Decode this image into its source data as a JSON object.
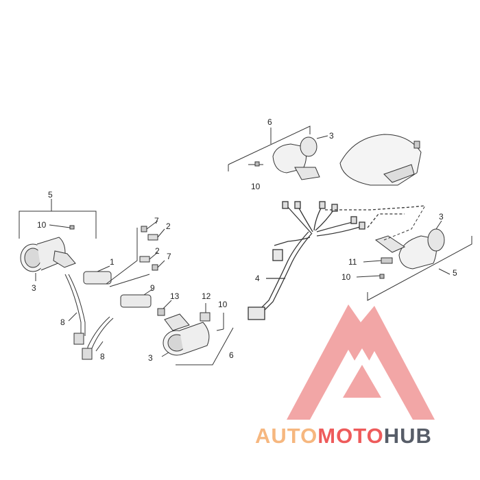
{
  "diagram": {
    "callouts": {
      "c5_left": "5",
      "c10_left": "10",
      "c3_left": "3",
      "c1": "1",
      "c7_top": "7",
      "c2_top": "2",
      "c2_mid": "2",
      "c7_mid": "7",
      "c8_left": "8",
      "c8_mid": "8",
      "c9": "9",
      "c13": "13",
      "c12": "12",
      "c10_mid": "10",
      "c3_bottom": "3",
      "c6_bottom": "6",
      "c4": "4",
      "c6_top": "6",
      "c3_top": "3",
      "c10_top": "10",
      "c3_right": "3",
      "c11_right": "11",
      "c10_right": "10",
      "c5_right": "5"
    }
  },
  "watermark": {
    "part1": "AUTO",
    "part2": "MOTO",
    "part3": "HUB",
    "color_light": "#f6b77f",
    "color_red": "#ee5b5b",
    "color_dark": "#575d68",
    "logo_color": "#f2a2a2"
  }
}
